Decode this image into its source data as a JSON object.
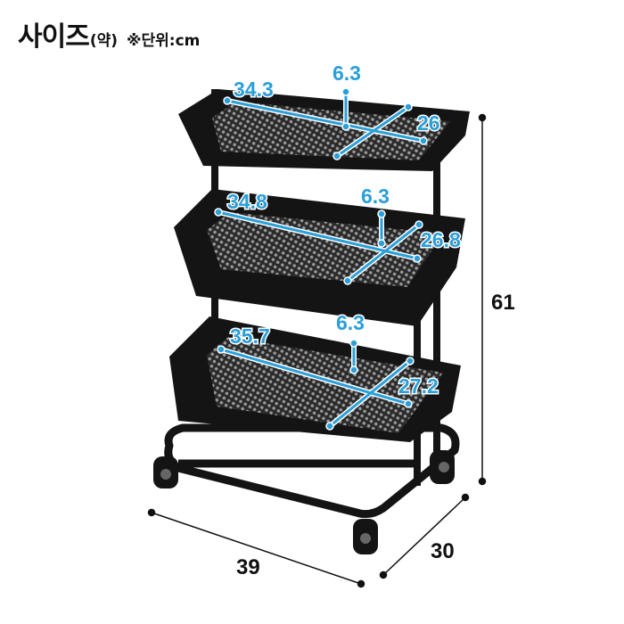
{
  "title": {
    "main": "사이즈",
    "sub": "(약)",
    "unit": "※단위:cm"
  },
  "colors": {
    "dimension_blue": "#2a9fd8",
    "cart": "#141414",
    "mesh": "#8a8a8a"
  },
  "trays": [
    {
      "name": "top",
      "width": "34.3",
      "depth": "26",
      "height": "6.3"
    },
    {
      "name": "middle",
      "width": "34.8",
      "depth": "26.8",
      "height": "6.3"
    },
    {
      "name": "bottom",
      "width": "35.7",
      "depth": "27.2",
      "height": "6.3"
    }
  ],
  "overall": {
    "height": "61",
    "width": "39",
    "depth": "30"
  }
}
